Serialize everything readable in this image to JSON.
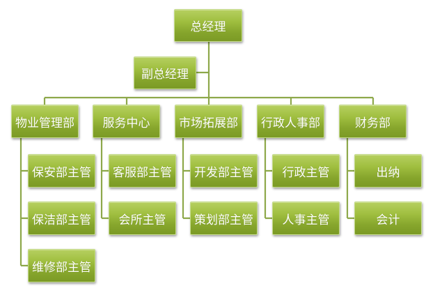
{
  "org": {
    "ceo": "总经理",
    "vice": "副总经理",
    "departments": [
      {
        "name": "物业管理部",
        "subs": [
          "保安部主管",
          "保洁部主管",
          "维修部主管"
        ]
      },
      {
        "name": "服务中心",
        "subs": [
          "客服部主管",
          "会所主管"
        ]
      },
      {
        "name": "市场拓展部",
        "subs": [
          "开发部主管",
          "策划部主管"
        ]
      },
      {
        "name": "行政人事部",
        "subs": [
          "行政主管",
          "人事主管"
        ]
      },
      {
        "name": "财务部",
        "subs": [
          "出纳",
          "会计"
        ]
      }
    ]
  },
  "colors": {
    "box_top": "#b6d060",
    "box_bottom": "#7b9a25",
    "line": "#8da84a",
    "text": "#ffffff"
  }
}
